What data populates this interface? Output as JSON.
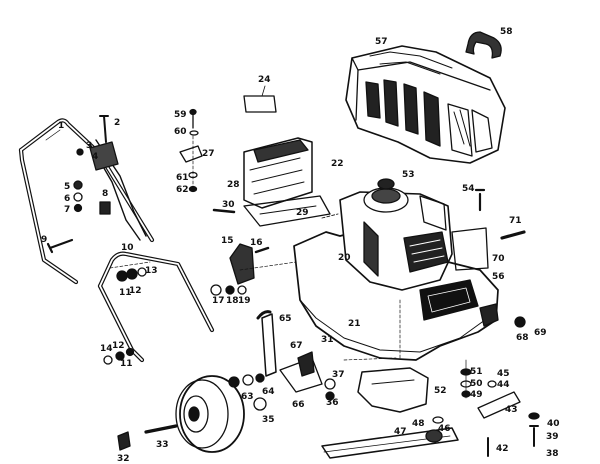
{
  "diagram": {
    "type": "exploded parts diagram",
    "subject": "lawn mower assembly",
    "part_numbers": [
      "1",
      "2",
      "3",
      "4",
      "5",
      "6",
      "7",
      "8",
      "9",
      "10",
      "11",
      "12",
      "13",
      "14",
      "15",
      "16",
      "17",
      "18",
      "19",
      "20",
      "21",
      "22",
      "24",
      "27",
      "28",
      "29",
      "30",
      "31",
      "32",
      "33",
      "35",
      "36",
      "37",
      "38",
      "39",
      "40",
      "42",
      "43",
      "44",
      "45",
      "46",
      "47",
      "48",
      "49",
      "50",
      "51",
      "52",
      "53",
      "54",
      "56",
      "57",
      "58",
      "59",
      "60",
      "61",
      "62",
      "63",
      "64",
      "65",
      "66",
      "67",
      "68",
      "69",
      "70",
      "71"
    ],
    "labels": {
      "p1": "1",
      "p2": "2",
      "p3": "3",
      "p4": "4",
      "p5": "5",
      "p6": "6",
      "p7": "7",
      "p8": "8",
      "p9": "9",
      "p10": "10",
      "p11a": "11",
      "p11b": "11",
      "p12a": "12",
      "p12b": "12",
      "p13": "13",
      "p14": "14",
      "p15": "15",
      "p16": "16",
      "p17": "17",
      "p18": "18",
      "p19": "19",
      "p20": "20",
      "p21": "21",
      "p22": "22",
      "p24": "24",
      "p27": "27",
      "p28": "28",
      "p29": "29",
      "p30": "30",
      "p31": "31",
      "p32": "32",
      "p33": "33",
      "p35": "35",
      "p36": "36",
      "p37": "37",
      "p38": "38",
      "p39": "39",
      "p40": "40",
      "p42": "42",
      "p43": "43",
      "p44": "44",
      "p45": "45",
      "p46": "46",
      "p47": "47",
      "p48": "48",
      "p49": "49",
      "p50": "50",
      "p51": "51",
      "p52": "52",
      "p53": "53",
      "p54": "54",
      "p56": "56",
      "p57": "57",
      "p58": "58",
      "p59": "59",
      "p60": "60",
      "p61": "61",
      "p62": "62",
      "p63": "63",
      "p64": "64",
      "p65": "65",
      "p66": "66",
      "p67": "67",
      "p68": "68",
      "p69": "69",
      "p70": "70",
      "p71": "71"
    }
  }
}
